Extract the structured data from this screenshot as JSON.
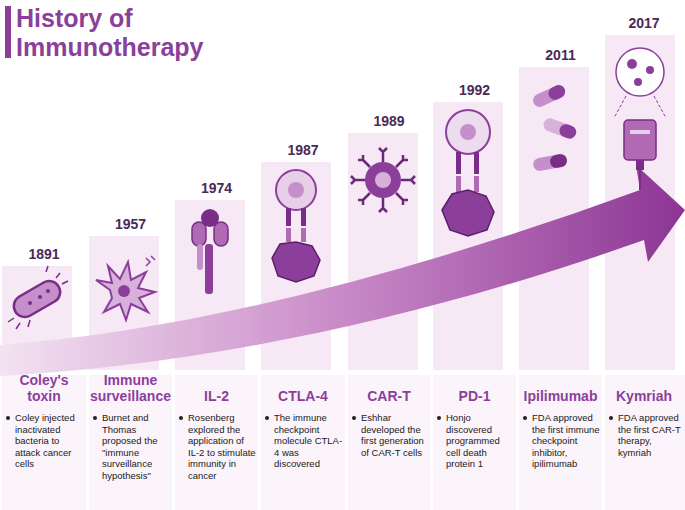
{
  "diagram": {
    "title": "History of Immunotherapy",
    "nodes": [
      {
        "text": [
          "1891",
          "Coley's toxin",
          "Coley injected inactivated bacteria to attack cancer cells"
        ]
      },
      {
        "text": [
          "1957",
          "Immune surveillance",
          "Burnet and Thomas proposed the \"immune surveillance hypothesis\""
        ]
      },
      {
        "text": [
          "1974",
          "IL-2",
          "Rosenberg explored the application of IL-2 to stimulate immunity in cancer"
        ]
      },
      {
        "text": [
          "1987",
          "CTLA-4",
          "The immune checkpoint molecule CTLA-4 was discovered"
        ]
      },
      {
        "text": [
          "1989",
          "CAR-T",
          "Eshhar developed the first generation of CAR-T cells"
        ]
      },
      {
        "text": [
          "1992",
          "PD-1",
          "Honjo discovered programmed cell death protein 1"
        ]
      },
      {
        "text": [
          "2011",
          "Ipilimumab",
          "FDA approved the first immune checkpoint inhibitor, ipilimumab"
        ]
      },
      {
        "text": [
          "2017",
          "Kymriah",
          "FDA approved the first CAR-T therapy, kymriah"
        ]
      }
    ]
  }
}
